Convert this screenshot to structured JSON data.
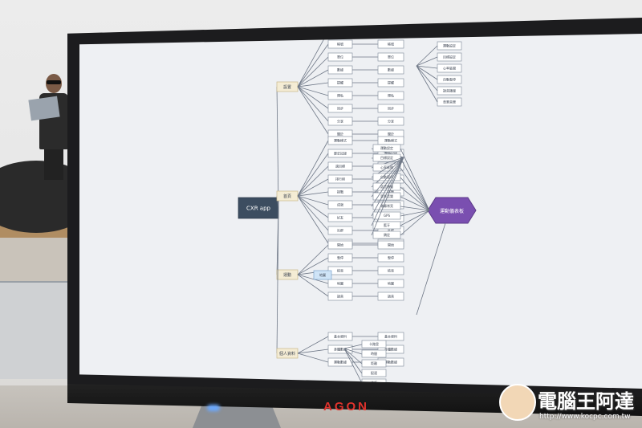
{
  "monitor": {
    "brand": "AGON"
  },
  "watermark": {
    "title": "電腦王阿達",
    "url": "http://www.kocpc.com.tw"
  },
  "mindmap": {
    "root": "CXR app",
    "center": "運動儀表板",
    "branches": [
      {
        "label": "設置",
        "children": [
          "語言",
          "帳號",
          "單位",
          "數據",
          "提醒",
          "隱私",
          "同步",
          "分享",
          "關於"
        ]
      },
      {
        "label": "首頁",
        "children": [
          "運動模式",
          "歷史記錄",
          "週目標",
          "排行榜",
          "挑戰",
          "成就",
          "好友",
          "社群",
          "設定"
        ]
      },
      {
        "label": "運動",
        "children": [
          "開始",
          "暫停",
          "結束",
          "地圖",
          "語音"
        ]
      },
      {
        "label": "個人資料",
        "children": [
          "基本資料",
          "身體數據",
          "運動數據"
        ]
      }
    ],
    "right_column": [
      "運動設定",
      "目標設定",
      "心率區間",
      "自動暫停",
      "語音播報",
      "背景音樂",
      "螢幕常亮",
      "GPS",
      "藍牙",
      "鎖定"
    ],
    "bottom_right": [
      "卡路里",
      "時間",
      "距離",
      "配速",
      "步頻"
    ],
    "button": "地圖"
  }
}
